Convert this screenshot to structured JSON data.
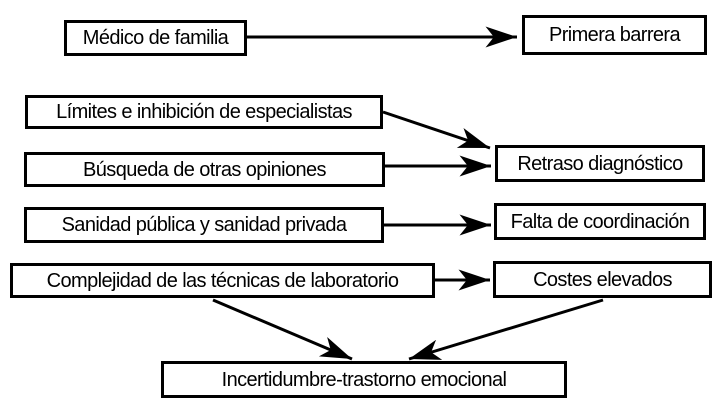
{
  "diagram": {
    "colors": {
      "background": "#ffffff",
      "line": "#000000",
      "text": "#000000"
    },
    "nodes": {
      "medico": {
        "label": "Médico de familia"
      },
      "primera": {
        "label": "Primera barrera"
      },
      "limites": {
        "label": "Límites e inhibición de especialistas"
      },
      "busqueda": {
        "label": "Búsqueda de otras opiniones"
      },
      "retraso": {
        "label": "Retraso diagnóstico"
      },
      "sanidad": {
        "label": "Sanidad pública y sanidad privada"
      },
      "falta": {
        "label": "Falta de coordinación"
      },
      "complejidad": {
        "label": "Complejidad de las técnicas de laboratorio"
      },
      "costes": {
        "label": "Costes elevados"
      },
      "incertidumbre": {
        "label": "Incertidumbre-trastorno emocional"
      }
    },
    "edges": [
      {
        "from": "medico",
        "to": "primera"
      },
      {
        "from": "limites",
        "to": "retraso"
      },
      {
        "from": "busqueda",
        "to": "retraso"
      },
      {
        "from": "sanidad",
        "to": "falta"
      },
      {
        "from": "complejidad",
        "to": "costes"
      },
      {
        "from": "complejidad",
        "to": "incertidumbre"
      },
      {
        "from": "costes",
        "to": "incertidumbre"
      }
    ]
  }
}
